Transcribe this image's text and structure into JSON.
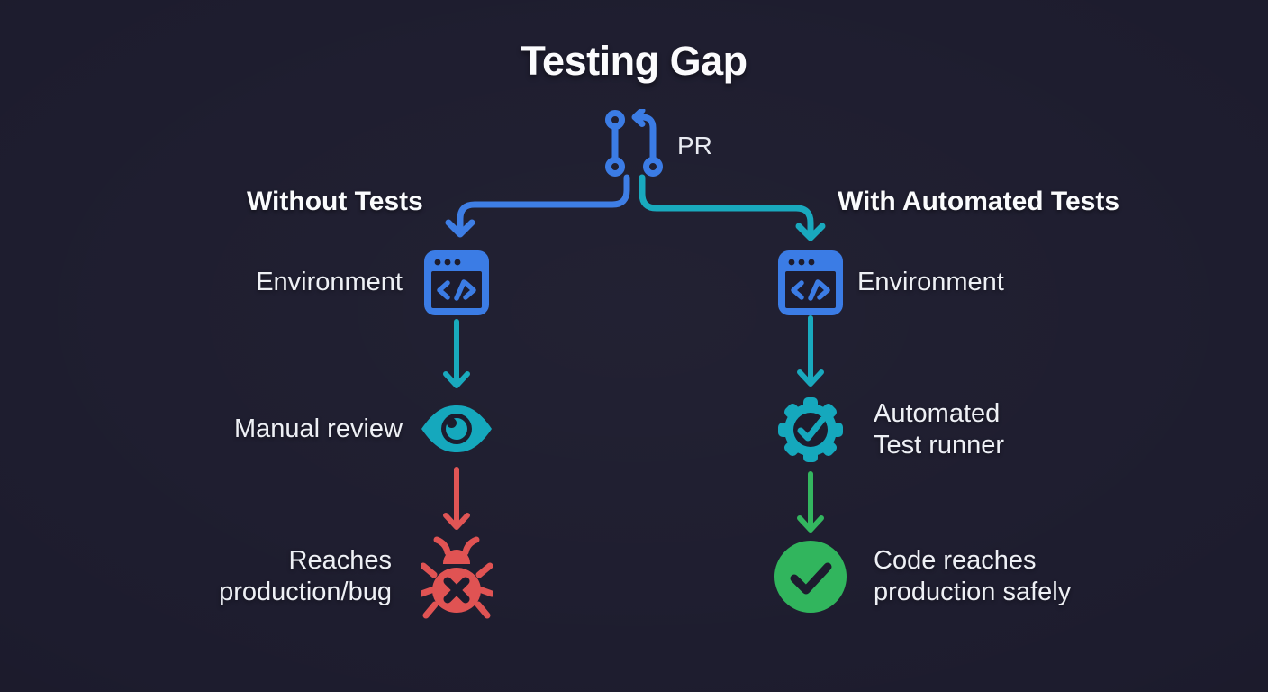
{
  "title": "Testing Gap",
  "pr_label": "PR",
  "left_branch": {
    "heading": "Without Tests",
    "environment": "Environment",
    "review": "Manual review",
    "outcome": [
      "Reaches",
      "production/bug"
    ]
  },
  "right_branch": {
    "heading": "With Automated Tests",
    "environment": "Environment",
    "runner": [
      "Automated",
      "Test runner"
    ],
    "outcome": [
      "Code reaches",
      "production safely"
    ]
  },
  "icons": {
    "pr": "git-pull-request-icon",
    "environment": "code-window-icon",
    "manual_review": "eye-icon",
    "test_runner": "gear-check-icon",
    "failure": "bug-cross-icon",
    "success": "check-circle-icon"
  },
  "colors": {
    "background": "#1d1c2e",
    "blue": "#3b7ce5",
    "teal": "#15a8bd",
    "red": "#e05353",
    "green": "#31b55d",
    "text": "#f0f1f5"
  }
}
